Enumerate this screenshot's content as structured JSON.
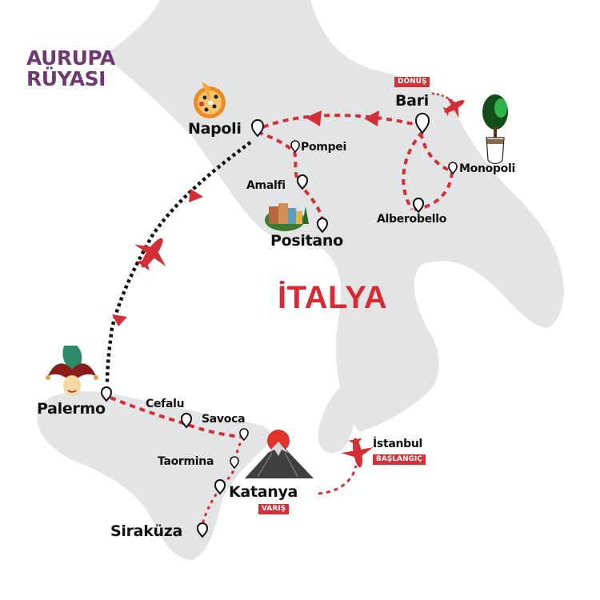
{
  "brand": {
    "line1": "AURUPA",
    "line2": "RÜYASI",
    "color": "#6f3a74"
  },
  "country": {
    "label": "İTALYA",
    "color": "#d62b33"
  },
  "colors": {
    "land": "#e3e4e6",
    "route_red": "#d32f36",
    "route_black": "#111111",
    "badge_bg": "#d63036"
  },
  "cities": {
    "napoli": "Napoli",
    "pompei": "Pompei",
    "amalfi": "Amalfi",
    "positano": "Positano",
    "bari": "Bari",
    "monopoli": "Monopoli",
    "alberobello": "Alberobello",
    "palermo": "Palermo",
    "cefalu": "Cefalu",
    "savoca": "Savoca",
    "taormina": "Taormina",
    "katanya": "Katanya",
    "sirakuza": "Siraküza",
    "istanbul": "İstanbul"
  },
  "badges": {
    "bari": "DÖNÜŞ",
    "katanya": "VARIŞ",
    "istanbul": "BAŞLANGIÇ"
  },
  "icons": {
    "pizza": "pizza-icon",
    "positano_houses": "houses-icon",
    "olive_tree": "tree-in-pot-icon",
    "jester": "jester-mask-icon",
    "etna": "volcano-icon",
    "plane": "airplane-icon",
    "pin": "map-pin-icon"
  }
}
